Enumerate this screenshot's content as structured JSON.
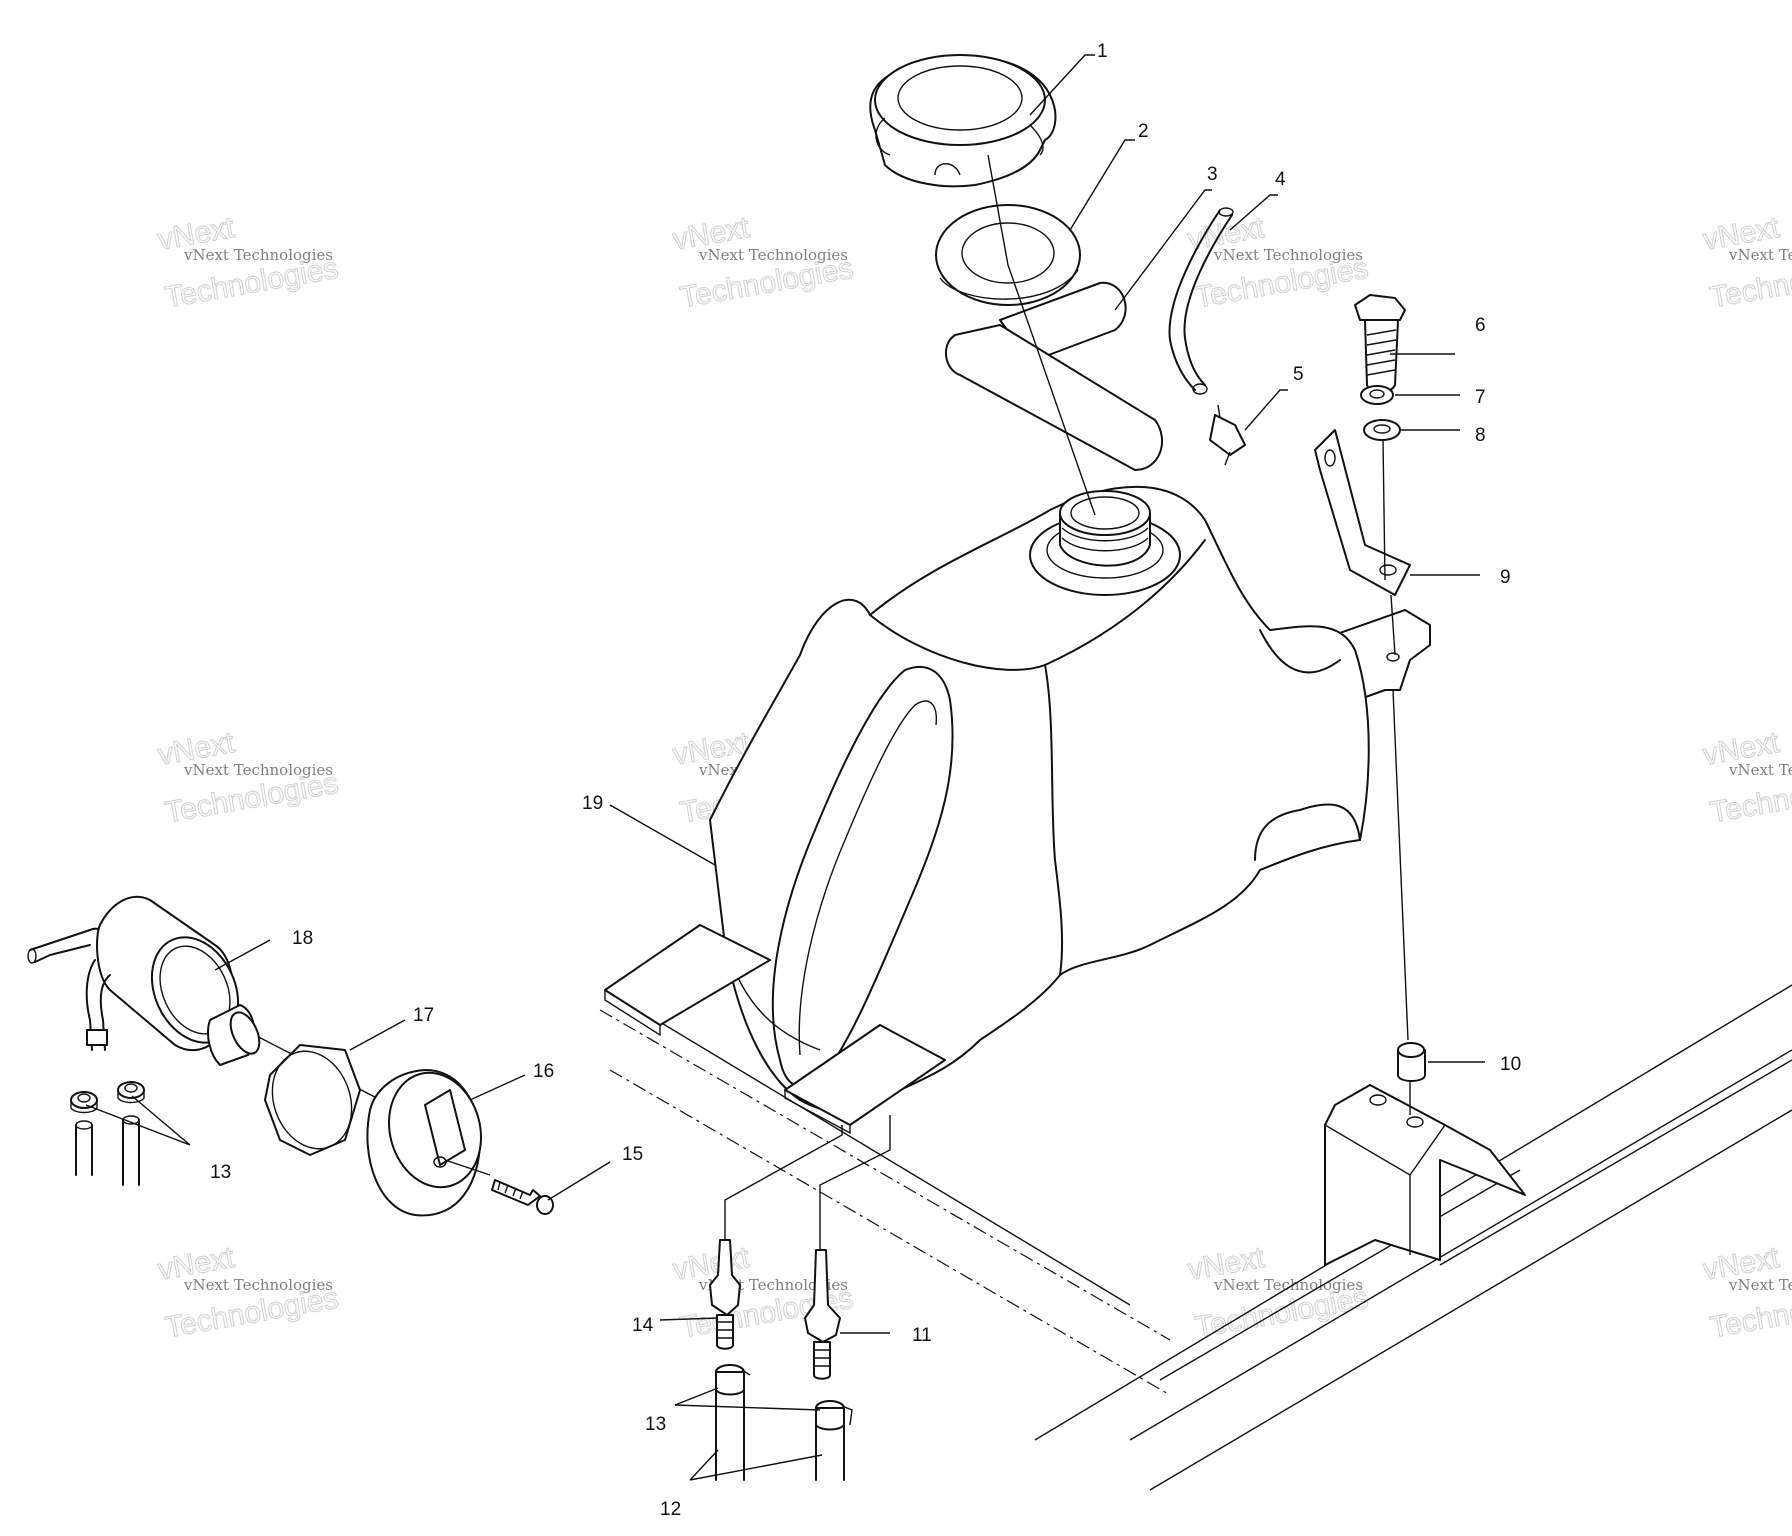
{
  "watermark": {
    "brand": "vNext",
    "small": "vNext Technologies",
    "big": "Technologies"
  },
  "callouts": [
    {
      "id": "1",
      "label": "1"
    },
    {
      "id": "2",
      "label": "2"
    },
    {
      "id": "3",
      "label": "3"
    },
    {
      "id": "4",
      "label": "4"
    },
    {
      "id": "5",
      "label": "5"
    },
    {
      "id": "6",
      "label": "6"
    },
    {
      "id": "7",
      "label": "7"
    },
    {
      "id": "8",
      "label": "8"
    },
    {
      "id": "9",
      "label": "9"
    },
    {
      "id": "10",
      "label": "10"
    },
    {
      "id": "11",
      "label": "11"
    },
    {
      "id": "12",
      "label": "12"
    },
    {
      "id": "13a",
      "label": "13"
    },
    {
      "id": "13b",
      "label": "13"
    },
    {
      "id": "14",
      "label": "14"
    },
    {
      "id": "15",
      "label": "15"
    },
    {
      "id": "16",
      "label": "16"
    },
    {
      "id": "17",
      "label": "17"
    },
    {
      "id": "18",
      "label": "18"
    },
    {
      "id": "19",
      "label": "19"
    }
  ]
}
